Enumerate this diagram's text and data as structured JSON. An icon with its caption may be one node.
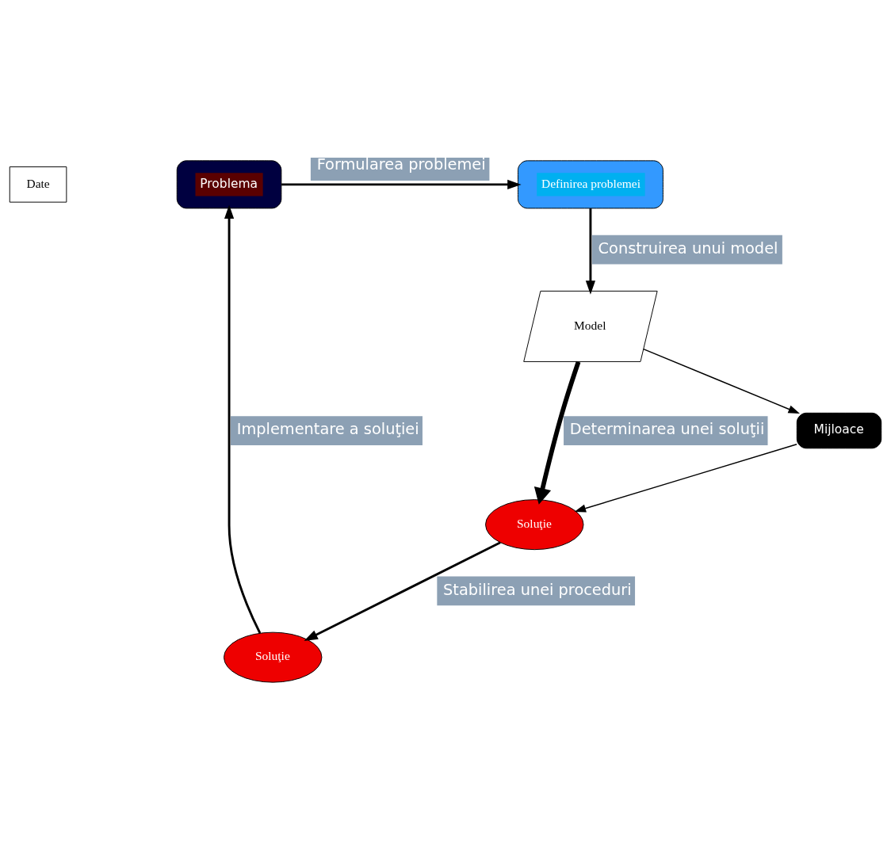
{
  "diagram": {
    "nodes": [
      {
        "text": [
          "Problema"
        ]
      },
      {
        "text": [
          "Definirea problemei"
        ]
      },
      {
        "text": [
          "Model"
        ]
      },
      {
        "text": [
          "Soluţie"
        ]
      },
      {
        "text": [
          "Soluţie"
        ]
      },
      {
        "text": [
          "Mijloace"
        ]
      },
      {
        "text": [
          "Date"
        ]
      }
    ],
    "edges": [
      {
        "from": 0,
        "to": 1,
        "arrow": "to",
        "label": "Formularea problemei"
      },
      {
        "from": 1,
        "to": 2,
        "arrow": "to",
        "label": "Construirea unui model"
      },
      {
        "from": 2,
        "to": 4,
        "arrow": "to",
        "label": "Determinarea unei soluţii",
        "style": "thick"
      },
      {
        "from": 2,
        "to": 5,
        "arrow": "to"
      },
      {
        "from": 5,
        "to": 4,
        "arrow": "to"
      },
      {
        "from": 4,
        "to": 3,
        "arrow": "to",
        "label": "Stabilirea unei proceduri"
      },
      {
        "from": 3,
        "to": 0,
        "arrow": "to",
        "label": "Implementare a soluţiei"
      }
    ]
  }
}
